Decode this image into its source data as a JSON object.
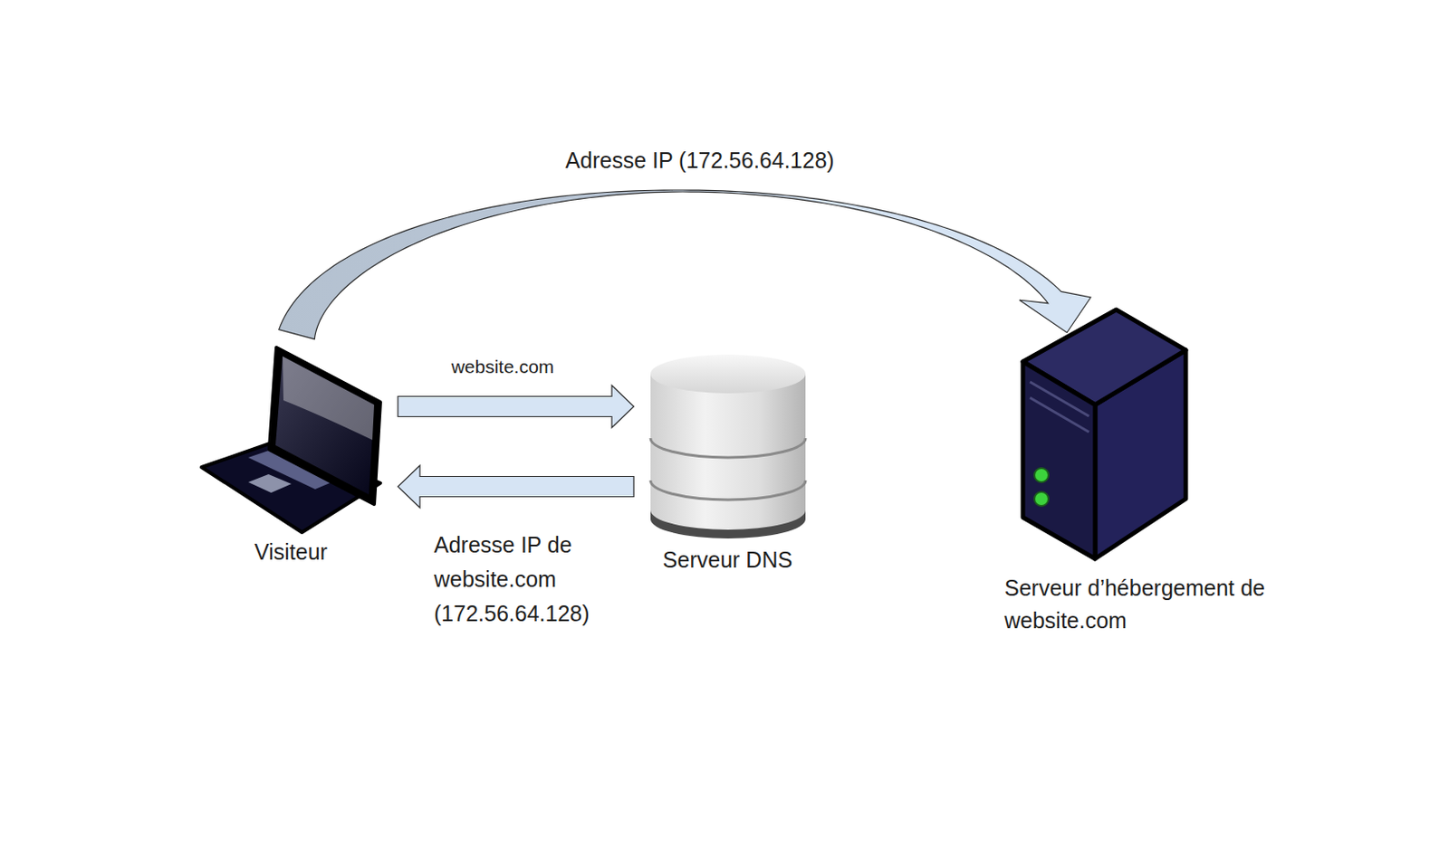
{
  "diagram": {
    "nodes": [
      {
        "text": [
          "Visiteur"
        ]
      },
      {
        "text": [
          "Serveur DNS"
        ]
      },
      {
        "text": [
          "Serveur d’hébergement de website.com"
        ]
      }
    ],
    "edges": [
      {
        "from": 0,
        "to": 1,
        "label": "website.com",
        "arrow": "to"
      },
      {
        "from": 1,
        "to": 0,
        "label": "Adresse IP de website.com (172.56.64.128)",
        "arrow": "to"
      },
      {
        "from": 0,
        "to": 2,
        "label": "Adresse IP (172.56.64.128)",
        "arrow": "to"
      }
    ]
  }
}
